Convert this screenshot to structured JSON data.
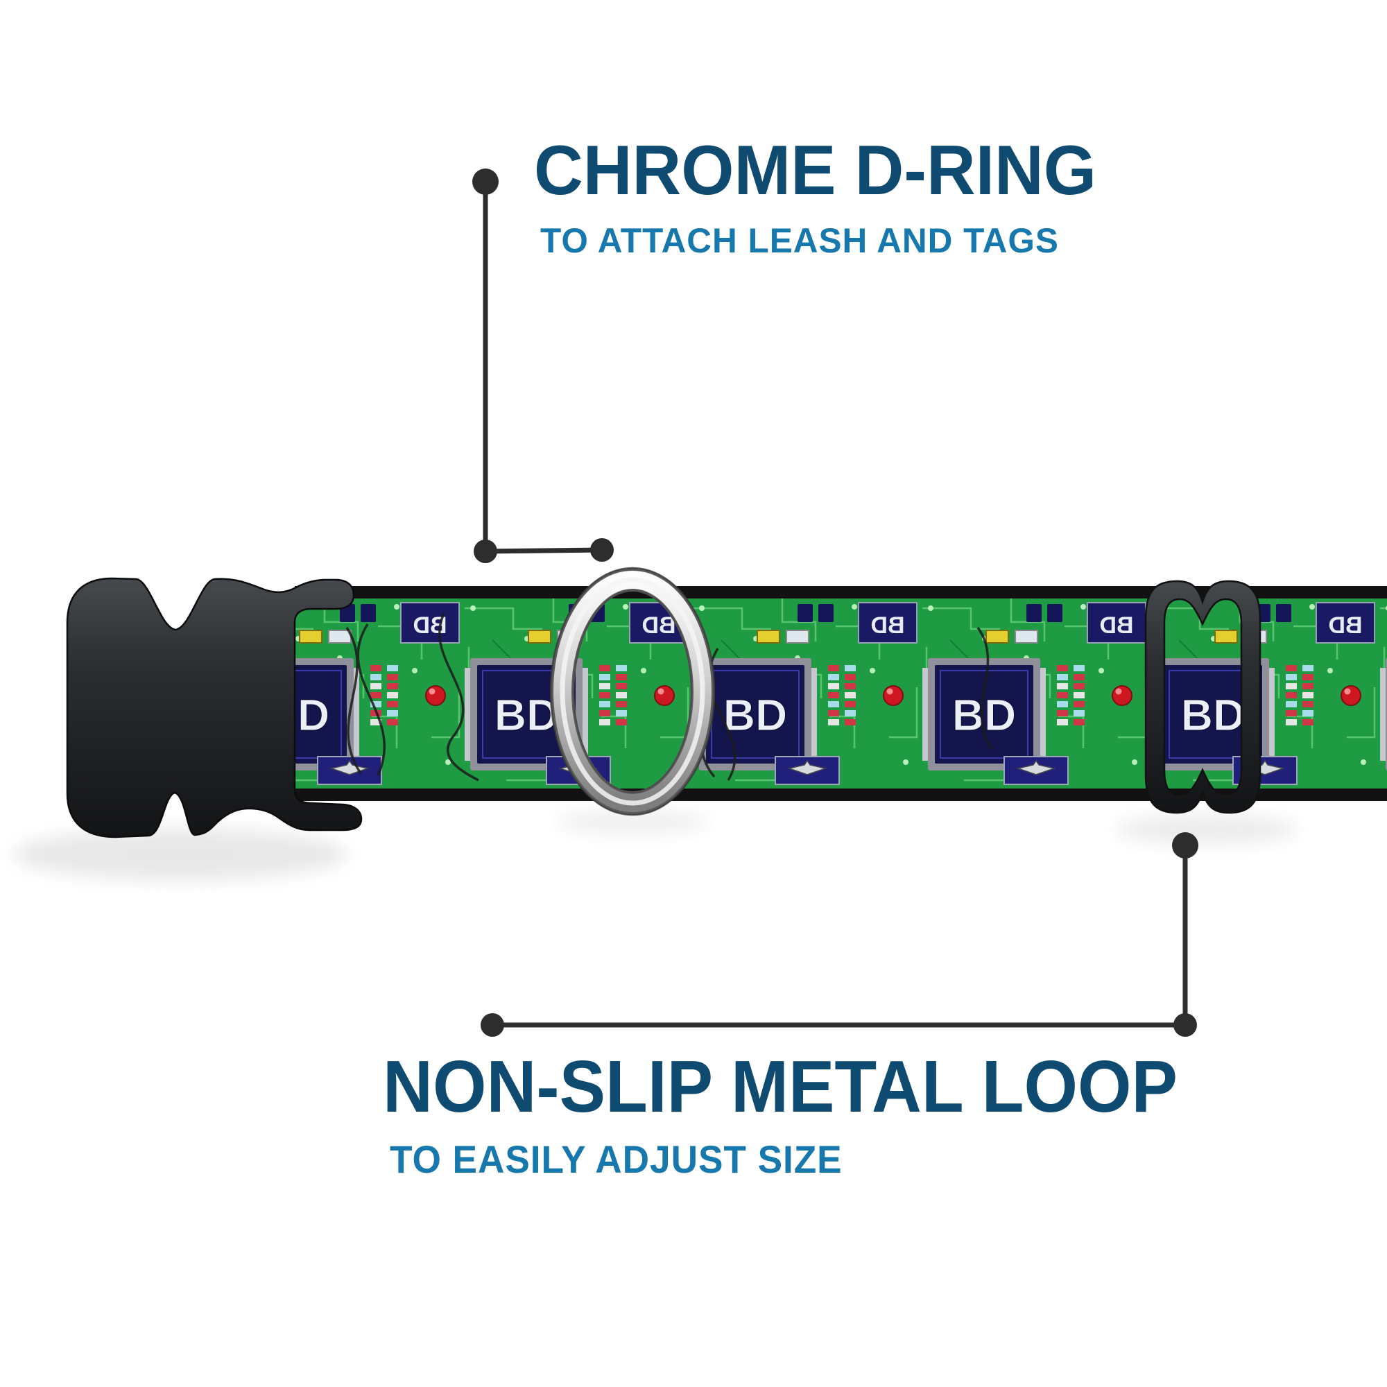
{
  "product": {
    "name": "adjustable dog collar with circuit board pattern",
    "monogram": "BD",
    "parts": {
      "buckle": "black plastic side-release buckle",
      "d_ring": "chrome d-ring",
      "slider": "non-slip metal loop slider",
      "strap": "green circuit board patterned webbing"
    }
  },
  "callouts": {
    "d_ring": {
      "title": "CHROME D-RING",
      "subtitle": "TO ATTACH LEASH AND TAGS"
    },
    "metal_loop": {
      "title": "NON-SLIP METAL LOOP",
      "subtitle": "TO EASILY ADJUST SIZE"
    }
  },
  "colors": {
    "background": "#ffffff",
    "title": "#0f4a70",
    "subtitle": "#1678ac",
    "callout_line": "#2d2d2d",
    "pcb_green": "#1f9b43",
    "pcb_trace": "#5ecb74",
    "chip_navy": "#15154e",
    "pad_red": "#d03548",
    "pad_cyan": "#a8dcea",
    "cap_yellow": "#e5cf2e",
    "led_red": "#cf1722",
    "strap_edge": "#121212",
    "plastic_black": "#26282b",
    "chrome_light": "#f6f6f6",
    "chrome_dark": "#6f6f6f"
  }
}
